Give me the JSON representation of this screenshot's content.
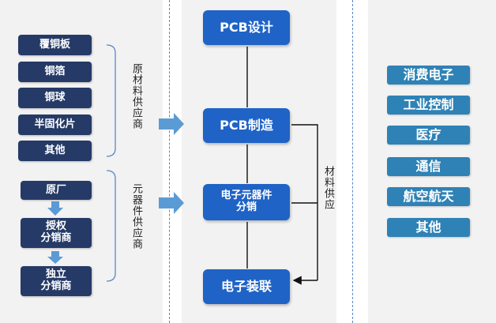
{
  "raw_materials": {
    "label": "原材料供应商",
    "items": [
      "覆铜板",
      "铜箔",
      "铜球",
      "半固化片",
      "其他"
    ]
  },
  "component_suppliers": {
    "label": "元器件供应商",
    "items": [
      "原厂",
      "授权\n分销商",
      "独立\n分销商"
    ]
  },
  "process": {
    "pcb_design": "PCB设计",
    "pcb_manufacturing": "PCB制造",
    "component_distribution": "电子元器件\n分销",
    "electronic_assembly": "电子装联",
    "material_supply_label": "材料供应"
  },
  "applications": [
    "消费电子",
    "工业控制",
    "医疗",
    "通信",
    "航空航天",
    "其他"
  ],
  "colors": {
    "dark_box": "#253a66",
    "blue_box": "#1f63c6",
    "teal_box": "#2e82b6",
    "arrow": "#5b9bd5",
    "dash": "#5b86c5"
  }
}
